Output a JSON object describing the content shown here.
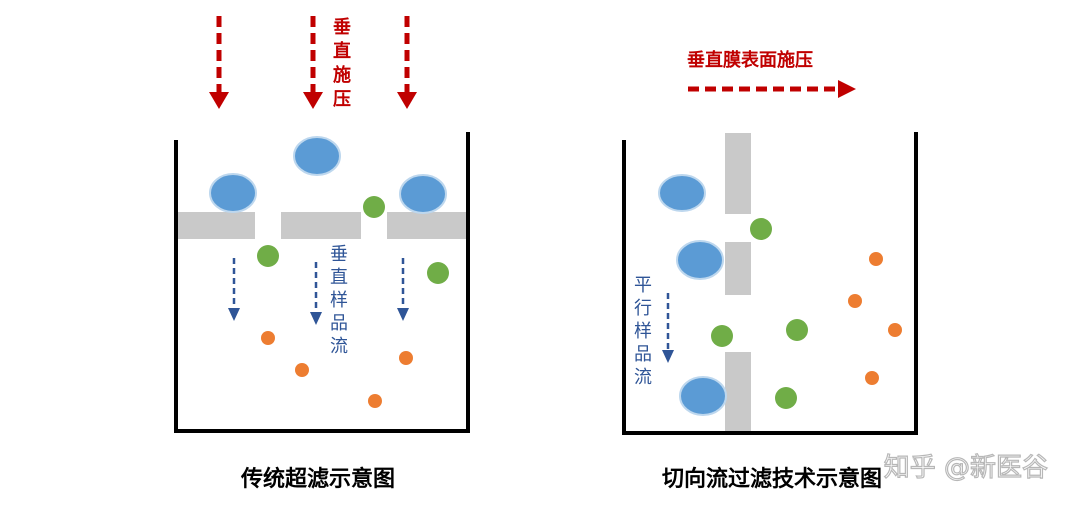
{
  "left_panel": {
    "pressure_label": [
      "垂",
      "直",
      "施",
      "压"
    ],
    "flow_label": [
      "垂",
      "直",
      "样",
      "品",
      "流"
    ],
    "caption": "传统超滤示意图"
  },
  "right_panel": {
    "pressure_label": "垂直膜表面施压",
    "flow_label": [
      "平",
      "行",
      "样",
      "品",
      "流"
    ],
    "caption": "切向流过滤技术示意图"
  },
  "watermark": "知乎 @新医谷",
  "colors": {
    "pressure_arrow": "#c00000",
    "flow_arrow": "#2f5597",
    "membrane": "#c9c9c9",
    "large_particle": "#5b9bd5",
    "medium_particle": "#70ad47",
    "small_particle": "#ed7d31"
  }
}
